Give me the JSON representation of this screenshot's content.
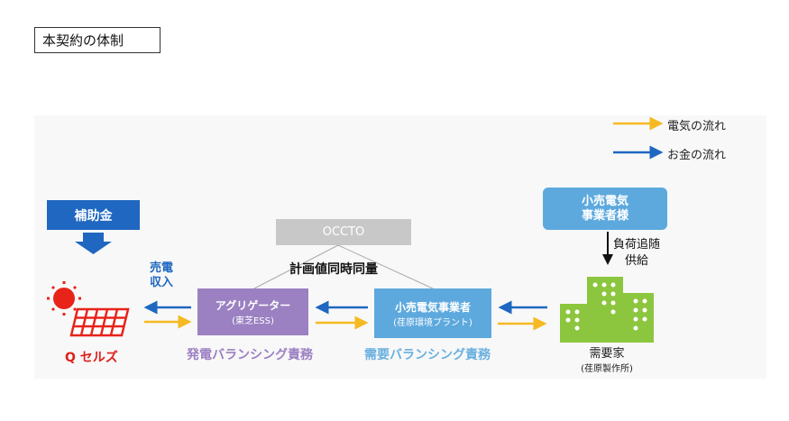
{
  "title": "本契約の体制",
  "legend": {
    "electricity": "電気の流れ",
    "money": "お金の流れ"
  },
  "subsidy": "補助金",
  "sales_income": [
    "売電",
    "収入"
  ],
  "qcells": "Q セルズ",
  "aggregator": {
    "name": "アグリゲーター",
    "sub": "(東芝ESS)",
    "duty": "発電バランシング責務"
  },
  "occto": "OCCTO",
  "plan": "計画値同時同量",
  "retailer": {
    "name": "小売電気事業者",
    "sub": "(荏原環境プラント)",
    "duty": "需要バランシング責務"
  },
  "retailer_customer": [
    "小売電気",
    "事業者様"
  ],
  "load_follow": [
    "負荷追随",
    "供給"
  ],
  "consumer": {
    "name": "需要家",
    "sub": "(荏原製作所)"
  },
  "colors": {
    "electricity": "#f5b921",
    "money": "#1f67c0",
    "aggregator": "#9b80c2",
    "retailer": "#5da9de",
    "building": "#8cc63f",
    "qcells": "#e0201b"
  }
}
